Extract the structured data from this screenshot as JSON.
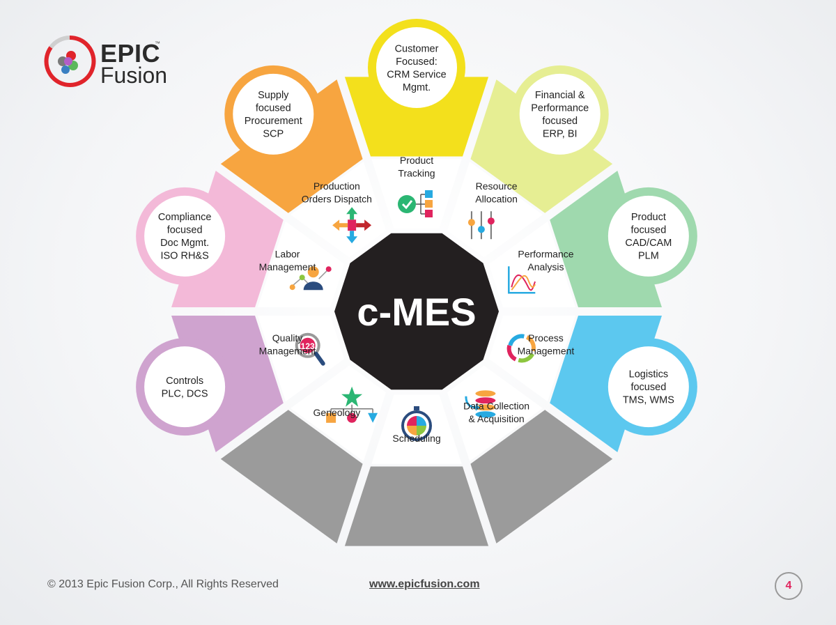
{
  "center_label": "c-MES",
  "outer": [
    {
      "lines": [
        "Customer",
        "Focused:",
        "CRM Service",
        "Mgmt."
      ],
      "color": "#f3e01c"
    },
    {
      "lines": [
        "Financial &",
        "Performance",
        "focused",
        "ERP, BI"
      ],
      "color": "#e6ee93"
    },
    {
      "lines": [
        "Product",
        "focused",
        "CAD/CAM",
        "PLM"
      ],
      "color": "#9fd9ae"
    },
    {
      "lines": [
        "Logistics",
        "focused",
        "TMS, WMS"
      ],
      "color": "#5cc8ef"
    },
    {
      "lines": [
        "Controls",
        "PLC, DCS"
      ],
      "color": "#cfa3cf"
    },
    {
      "lines": [
        "Compliance",
        "focused",
        "Doc Mgmt.",
        "ISO RH&S"
      ],
      "color": "#f3b9d8"
    },
    {
      "lines": [
        "Supply",
        "focused",
        "Procurement",
        "SCP"
      ],
      "color": "#f7a540"
    }
  ],
  "inner": [
    {
      "lines": [
        "Product",
        "Tracking"
      ],
      "icon": "checkmark-flow-icon"
    },
    {
      "lines": [
        "Resource",
        "Allocation"
      ],
      "icon": "sliders-icon"
    },
    {
      "lines": [
        "Performance",
        "Analysis"
      ],
      "icon": "line-chart-icon"
    },
    {
      "lines": [
        "Process",
        "Management"
      ],
      "icon": "cycle-arrows-icon"
    },
    {
      "lines": [
        "Data Collection",
        "& Acquisition"
      ],
      "icon": "database-icon"
    },
    {
      "lines": [
        "Scheduling"
      ],
      "icon": "stopwatch-icon"
    },
    {
      "lines": [
        "Geneology"
      ],
      "icon": "hierarchy-icon"
    },
    {
      "lines": [
        "Quality",
        "Management"
      ],
      "icon": "magnifier-123-icon"
    },
    {
      "lines": [
        "Labor",
        "Management"
      ],
      "icon": "worker-icon"
    },
    {
      "lines": [
        "Production",
        "Orders Dispatch"
      ],
      "icon": "dispatch-arrows-icon"
    }
  ],
  "colors": {
    "gray": "#9b9b9b",
    "center": "#231f20",
    "accent": "#e0245e"
  },
  "logo": {
    "line1": "EPIC",
    "tm": "™",
    "line2": "Fusion"
  },
  "footer": {
    "copyright": "© 2013 Epic Fusion Corp., All Rights Reserved",
    "url": "www.epicfusion.com",
    "page": "4"
  }
}
